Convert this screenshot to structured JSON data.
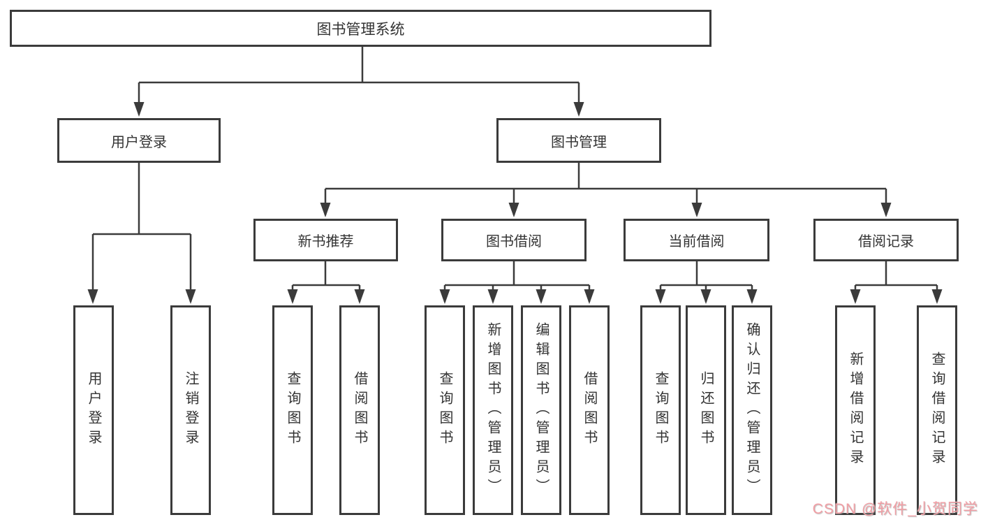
{
  "diagram": {
    "type": "hierarchy-tree",
    "nodes": {
      "root": {
        "label": "图书管理系统"
      },
      "user_login": {
        "label": "用户登录",
        "parent": "root"
      },
      "book_mgmt": {
        "label": "图书管理",
        "parent": "root"
      },
      "new_book_rec": {
        "label": "新书推荐",
        "parent": "book_mgmt"
      },
      "book_borrow": {
        "label": "图书借阅",
        "parent": "book_mgmt"
      },
      "current_borrow": {
        "label": "当前借阅",
        "parent": "book_mgmt"
      },
      "borrow_record": {
        "label": "借阅记录",
        "parent": "book_mgmt"
      }
    },
    "leaves": [
      {
        "label": "用户登录",
        "parent": "user_login"
      },
      {
        "label": "注销登录",
        "parent": "user_login"
      },
      {
        "label": "查询图书",
        "parent": "new_book_rec"
      },
      {
        "label": "借阅图书",
        "parent": "new_book_rec"
      },
      {
        "label": "查询图书",
        "parent": "book_borrow"
      },
      {
        "label": "新增图书（管理员）",
        "parent": "book_borrow"
      },
      {
        "label": "编辑图书（管理员）",
        "parent": "book_borrow"
      },
      {
        "label": "借阅图书",
        "parent": "book_borrow"
      },
      {
        "label": "查询图书",
        "parent": "current_borrow"
      },
      {
        "label": "归还图书",
        "parent": "current_borrow"
      },
      {
        "label": "确认归还（管理员）",
        "parent": "current_borrow"
      },
      {
        "label": "新增借阅记录",
        "parent": "borrow_record"
      },
      {
        "label": "查询借阅记录",
        "parent": "borrow_record"
      }
    ],
    "colors": {
      "line": "#3b3b3b",
      "box_border": "#3b3b3b",
      "text": "#333333",
      "background": "#ffffff",
      "watermark": "#f19ea4"
    }
  },
  "watermark": {
    "text": "CSDN @软件_小贺同学"
  }
}
